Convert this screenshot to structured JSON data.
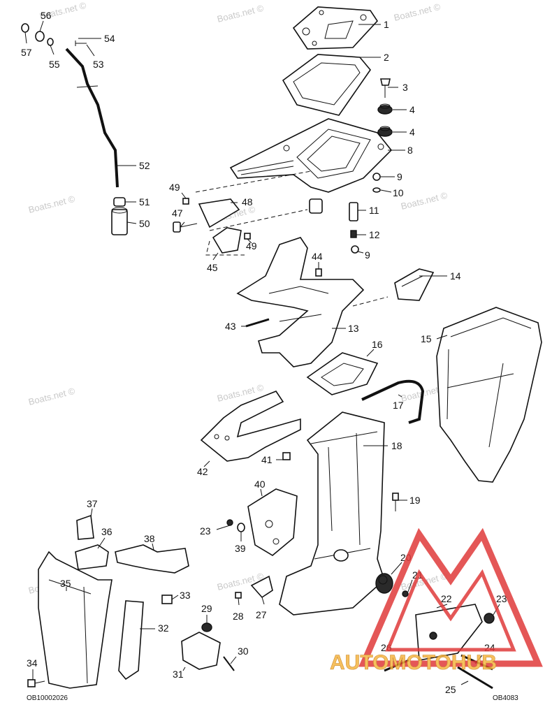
{
  "watermark": "Boats.net ©",
  "diagram_codes": {
    "left": "OB10002026",
    "right": "OB4083"
  },
  "logo": {
    "text": "AUTOMOTOHUB",
    "accent_color": "#e03a3a",
    "text_color": "#f5b642"
  },
  "callouts": [
    "1",
    "2",
    "3",
    "4",
    "4",
    "8",
    "9",
    "10",
    "11",
    "12",
    "9",
    "14",
    "13",
    "15",
    "16",
    "17",
    "18",
    "19",
    "20",
    "21",
    "22",
    "23",
    "24",
    "25",
    "26",
    "27",
    "28",
    "29",
    "30",
    "31",
    "32",
    "33",
    "34",
    "35",
    "36",
    "37",
    "38",
    "23",
    "39",
    "40",
    "41",
    "42",
    "43",
    "44",
    "45",
    "47",
    "48",
    "49",
    "49",
    "50",
    "51",
    "52",
    "53",
    "54",
    "55",
    "56",
    "57"
  ]
}
